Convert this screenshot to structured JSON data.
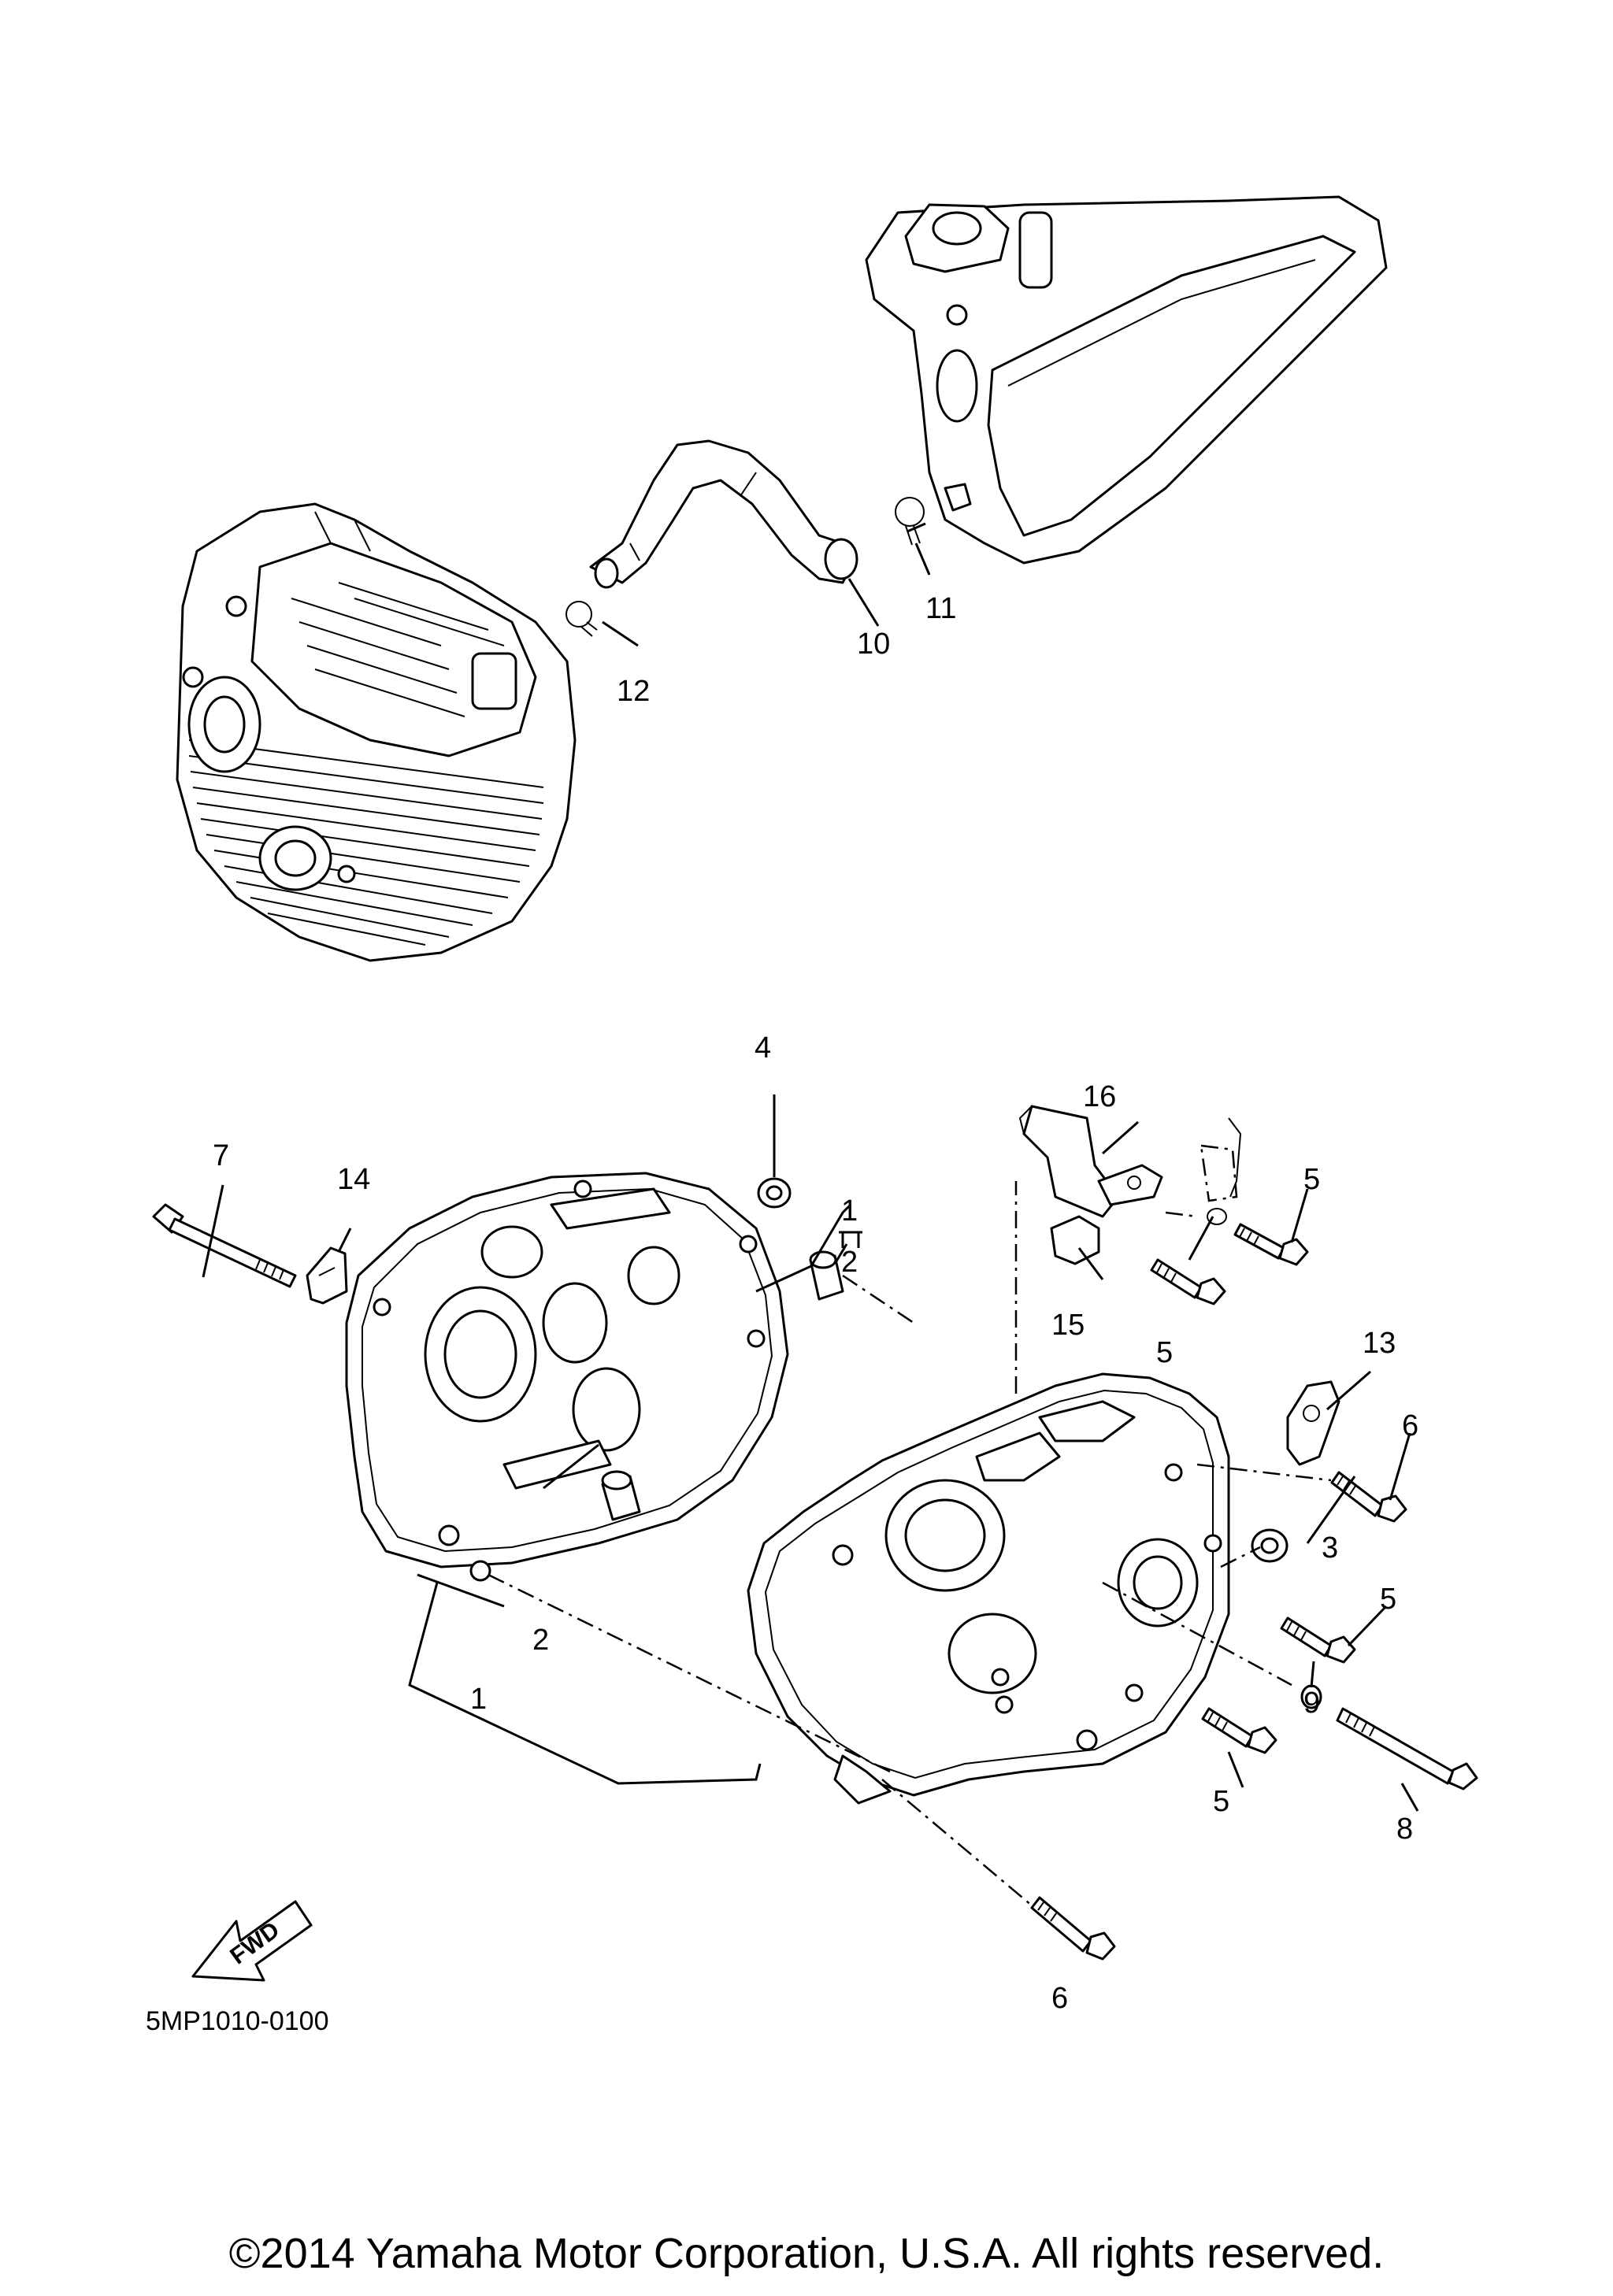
{
  "diagram": {
    "part_code": "5MP1010-0100",
    "copyright": "©2014 Yamaha Motor Corporation, U.S.A. All rights reserved.",
    "fwd_label": "FWD",
    "callouts": {
      "c1a": "1",
      "c2a": "2",
      "c1b": "1",
      "c2b": "2",
      "c3": "3",
      "c4": "4",
      "c5a": "5",
      "c5b": "5",
      "c5c": "5",
      "c5d": "5",
      "c6a": "6",
      "c6b": "6",
      "c7": "7",
      "c8": "8",
      "c9": "9",
      "c10": "10",
      "c11": "11",
      "c12": "12",
      "c13": "13",
      "c14": "14",
      "c15": "15",
      "c16": "16"
    }
  }
}
